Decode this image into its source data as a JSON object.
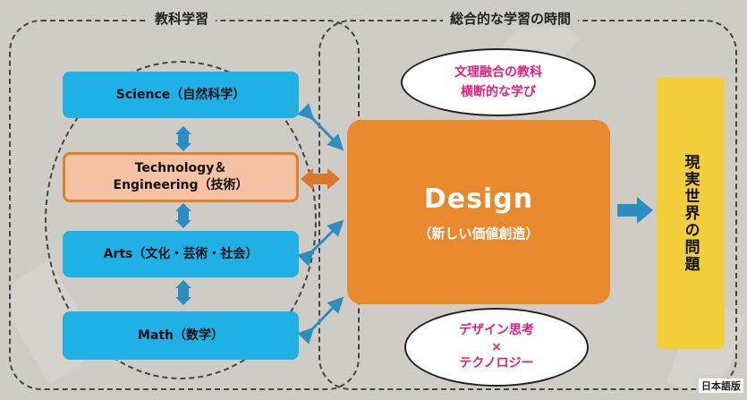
{
  "regions": {
    "subject_learning": "教科学習",
    "integrated_learning": "総合的な学習の時間"
  },
  "subjects": [
    {
      "label": "Science（自然科学）"
    },
    {
      "label": "Technology＆\nEngineering（技術）"
    },
    {
      "label": "Arts（文化・芸術・社会）"
    },
    {
      "label": "Math（数学）"
    }
  ],
  "design": {
    "title": "Design",
    "subtitle": "（新しい価値創造）"
  },
  "bubbles": {
    "top": [
      "文理融合の教科",
      "横断的な学び"
    ],
    "bottom": [
      "デザイン思考",
      "×",
      "テクノロジー"
    ]
  },
  "real_world": "現実世界の問題",
  "corner": "日本語版",
  "colors": {
    "blue_box": "#1fb0e5",
    "design": "#e8892e",
    "real_world": "#f2cf3a",
    "bubble_text": "#e0227b",
    "arrow_blue": "#2a8fc0",
    "arrow_orange": "#d9772a"
  }
}
